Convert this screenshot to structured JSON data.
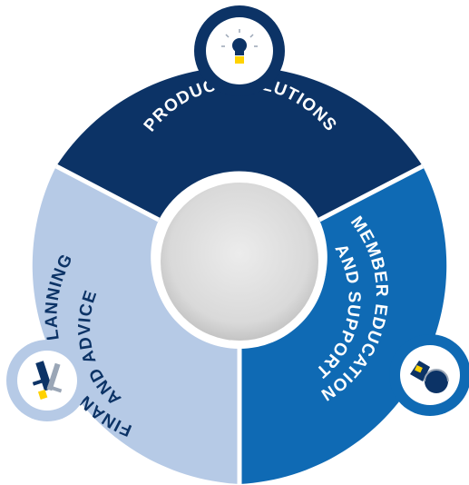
{
  "diagram": {
    "segments": [
      {
        "id": "product",
        "line1": "PRODUCT SOLUTIONS",
        "line2": "",
        "icon": "lightbulb-icon"
      },
      {
        "id": "member",
        "line1": "MEMBER EDUCATION",
        "line2": "AND SUPPORT",
        "icon": "person-headset-icon"
      },
      {
        "id": "financial",
        "line1": "FINANCIAL PLANNING",
        "line2": "AND ADVICE",
        "icon": "sword-shield-icon"
      }
    ],
    "colors": {
      "navy": "#0c3366",
      "blue": "#0f6ab4",
      "light_blue": "#b6cae6",
      "center": "#e1e1e1",
      "accent_yellow": "#ffd200"
    }
  }
}
